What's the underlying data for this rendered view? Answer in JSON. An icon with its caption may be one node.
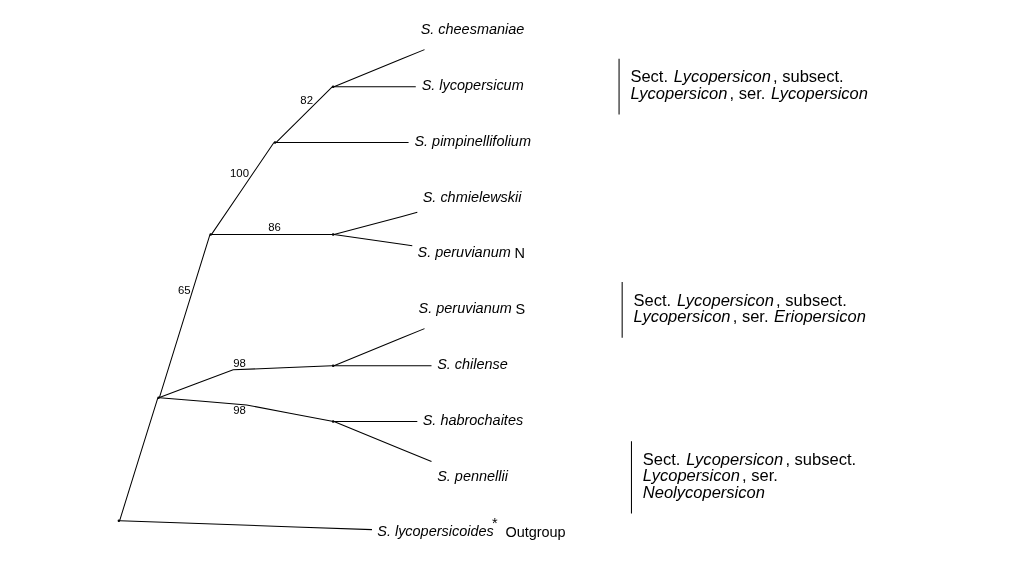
{
  "diagram": {
    "nodes": [
      {
        "text": [],
        "shape": "point"
      },
      {
        "text": [],
        "shape": "point"
      },
      {
        "text": [],
        "shape": "point"
      },
      {
        "text": [],
        "shape": "point"
      },
      {
        "text": [],
        "shape": "point"
      },
      {
        "text": [
          "*S. cheesmaniae*"
        ]
      },
      {
        "text": [
          "*S. lycopersicum*"
        ]
      },
      {
        "text": [
          "*S. pimpinellifolium*"
        ]
      },
      {
        "text": [],
        "shape": "point"
      },
      {
        "text": [
          "*S. chmielewskii*"
        ]
      },
      {
        "text": [
          "*S. peruvianum* N"
        ]
      },
      {
        "text": [],
        "shape": "point"
      },
      {
        "text": [
          "*S. peruvianum* S"
        ]
      },
      {
        "text": [
          "*S. chilense*"
        ]
      },
      {
        "text": [],
        "shape": "point"
      },
      {
        "text": [
          "*S. habrochaites*"
        ]
      },
      {
        "text": [
          "*S. pennellii*"
        ]
      },
      {
        "text": [
          "*S. lycopersicoides*$^{*}$"
        ],
        "beside": [
          "Outgroup"
        ]
      }
    ],
    "edges": [
      {
        "from": 0,
        "to": 1,
        "arrow": "none"
      },
      {
        "from": 0,
        "to": 17,
        "arrow": "none"
      },
      {
        "from": 1,
        "to": 2,
        "arrow": "none",
        "label": "65"
      },
      {
        "from": 1,
        "to": 11,
        "arrow": "none",
        "label": "98"
      },
      {
        "from": 1,
        "to": 14,
        "arrow": "none",
        "label": "98"
      },
      {
        "from": 2,
        "to": 3,
        "arrow": "none",
        "label": "100"
      },
      {
        "from": 2,
        "to": 8,
        "arrow": "none",
        "label": "86"
      },
      {
        "from": 3,
        "to": 4,
        "arrow": "none",
        "label": "82"
      },
      {
        "from": 3,
        "to": 7,
        "arrow": "none"
      },
      {
        "from": 4,
        "to": 5,
        "arrow": "none"
      },
      {
        "from": 4,
        "to": 6,
        "arrow": "none"
      },
      {
        "from": 8,
        "to": 9,
        "arrow": "none"
      },
      {
        "from": 8,
        "to": 10,
        "arrow": "none"
      },
      {
        "from": 11,
        "to": 12,
        "arrow": "none"
      },
      {
        "from": 11,
        "to": 13,
        "arrow": "none"
      },
      {
        "from": 14,
        "to": 15,
        "arrow": "none"
      },
      {
        "from": 14,
        "to": 16,
        "arrow": "none"
      }
    ],
    "labels": [
      "Sect. *Lycopersicon*, subsect. *Lycopersicon*, ser. *Lycopersicon*",
      "Sect. *Lycopersicon*, subsect. *Lycopersicon*, ser. *Eriopersicon*",
      "Sect. *Lycopersicon*, subsect. *Lycopersicon*, ser. *Neolycopersicon*"
    ]
  }
}
